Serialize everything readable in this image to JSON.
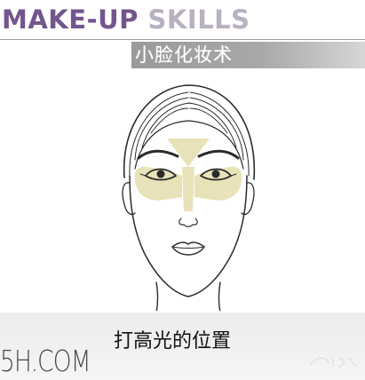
{
  "header": {
    "title_part1": "MAKE-UP",
    "title_part2": "SKILLS",
    "subtitle": "小脸化妆术"
  },
  "illustration": {
    "icon": "face-highlight-diagram"
  },
  "caption": {
    "text": "打高光的位置"
  },
  "watermark": {
    "text": "5H.COM"
  },
  "colors": {
    "title_primary": "#74558e",
    "title_secondary": "#b9b0c0",
    "subtitle_bar": "#a2a2a2",
    "highlight": "#e8e1b6",
    "caption_band": "#efefef"
  }
}
